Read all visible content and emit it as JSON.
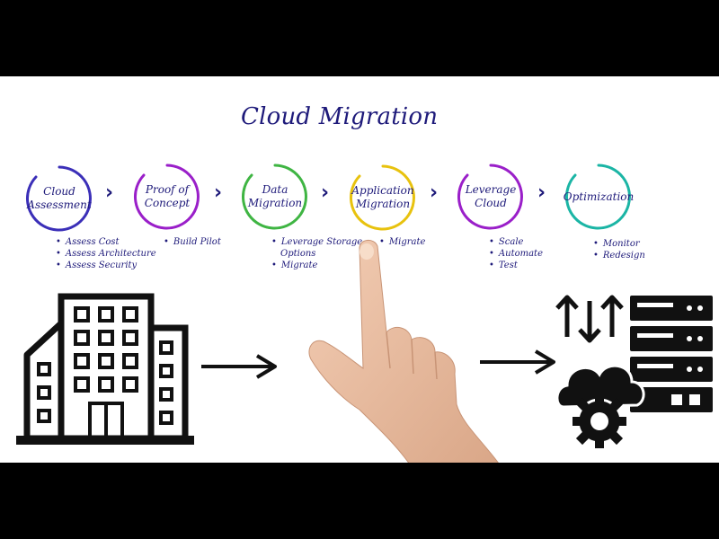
{
  "title": "Cloud Migration",
  "colors": {
    "text": "#1e1a7a",
    "ring_assessment": "#3b2fb8",
    "ring_poc": "#9a1fc9",
    "ring_data": "#3fb543",
    "ring_application": "#e8c20e",
    "ring_leverage": "#9a1fc9",
    "ring_optimization": "#1bb5a5"
  },
  "steps": [
    {
      "line1": "Cloud",
      "line2": "Assessment",
      "bullets": [
        "Assess Cost",
        "Assess Architecture",
        "Assess Security"
      ]
    },
    {
      "line1": "Proof of",
      "line2": "Concept",
      "bullets": [
        "Build Pilot"
      ]
    },
    {
      "line1": "Data",
      "line2": "Migration",
      "bullets": [
        "Leverage Storage",
        "Options",
        "Migrate"
      ]
    },
    {
      "line1": "Application",
      "line2": "Migration",
      "bullets": [
        "Migrate"
      ]
    },
    {
      "line1": "Leverage",
      "line2": "Cloud",
      "bullets": [
        "Scale",
        "Automate",
        "Test"
      ]
    },
    {
      "line1": "Optimization",
      "line2": "",
      "bullets": [
        "Monitor",
        "Redesign"
      ]
    }
  ],
  "chevron": "›",
  "icons": {
    "left": "office-building-icon",
    "arrow": "right-arrow-icon",
    "hand": "pointing-hand",
    "right": "cloud-server-gear-icon"
  }
}
